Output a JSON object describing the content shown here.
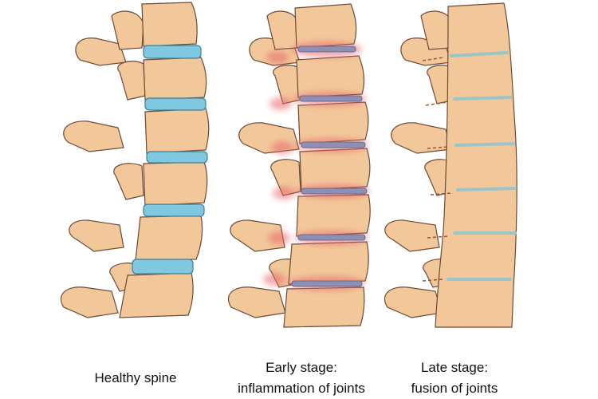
{
  "panels": [
    {
      "id": "healthy",
      "caption_lines": [
        "Healthy spine"
      ],
      "disc_state": "healthy-disc"
    },
    {
      "id": "early",
      "caption_lines": [
        "Early stage:",
        "inflammation of joints"
      ],
      "disc_state": "inflamed-disc"
    },
    {
      "id": "late",
      "caption_lines": [
        "Late stage:",
        "fusion of joints"
      ],
      "disc_state": "fused-disc"
    }
  ],
  "colors": {
    "bone": "#f2c89a",
    "bone_outline": "#6b4a35",
    "disc_healthy": "#7fc8e0",
    "inflammation": "#e8646a",
    "inflamed_disc": "#8f8fb2",
    "fused_disc": "#9cc5c8",
    "caption_text": "#111111",
    "background": "#ffffff"
  }
}
